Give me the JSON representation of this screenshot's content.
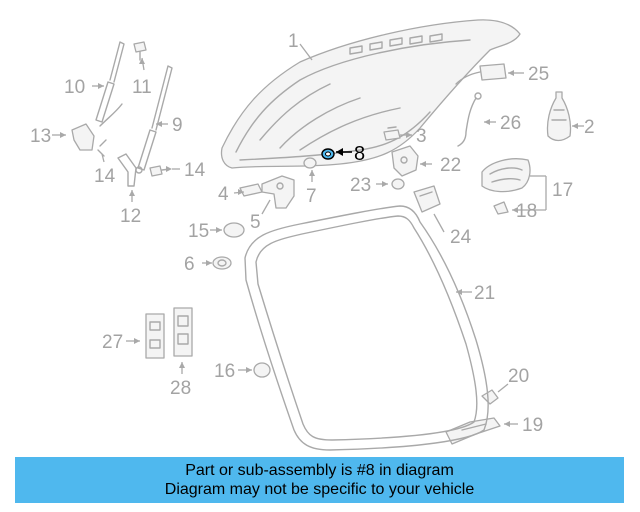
{
  "callouts": {
    "c1": "1",
    "c2": "2",
    "c3": "3",
    "c4": "4",
    "c5": "5",
    "c6": "6",
    "c7": "7",
    "c8": "8",
    "c9": "9",
    "c10": "10",
    "c11": "11",
    "c12": "12",
    "c13": "13",
    "c14a": "14",
    "c14b": "14",
    "c15": "15",
    "c16": "16",
    "c17": "17",
    "c18": "18",
    "c19": "19",
    "c20": "20",
    "c21": "21",
    "c22": "22",
    "c23": "23",
    "c24": "24",
    "c25": "25",
    "c26": "26",
    "c27": "27",
    "c28": "28"
  },
  "highlight": {
    "part_number": "8",
    "color": "#000000",
    "part_color": "#4fb8ee"
  },
  "banner": {
    "line1": "Part or sub-assembly is #8 in diagram",
    "line2": "Diagram may not be specific to your vehicle",
    "background": "#4fb8ee"
  }
}
